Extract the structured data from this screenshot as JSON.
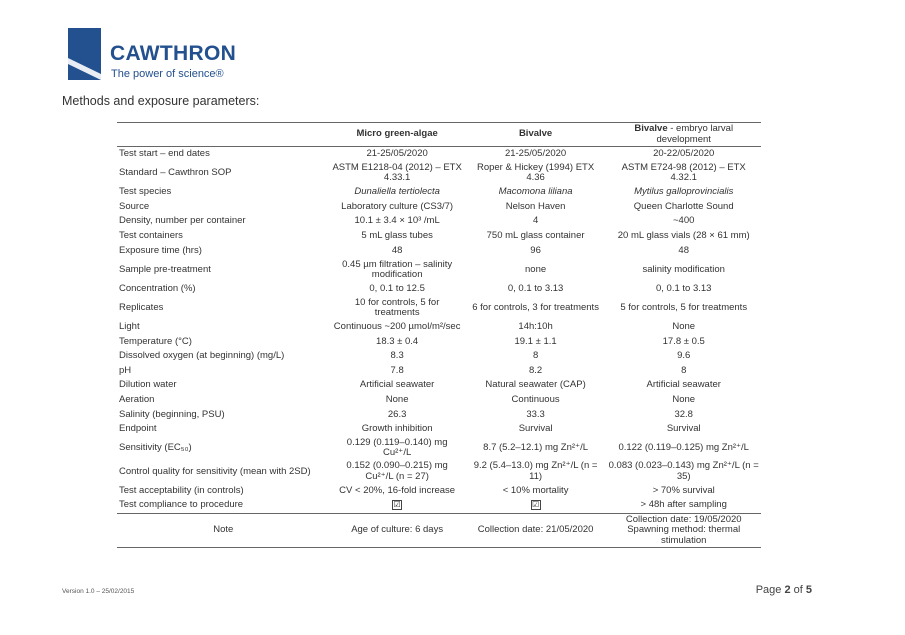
{
  "brand": {
    "name": "CAWTHRON",
    "tagline": "The power of science®",
    "color": "#23508e"
  },
  "heading": "Methods and exposure parameters:",
  "table": {
    "headers": [
      "",
      "Micro green-algae",
      "Bivalve",
      "Bivalve",
      " - embryo larval development"
    ],
    "rows": [
      {
        "label": "Test start – end dates",
        "c1": "21-25/05/2020",
        "c2": "21-25/05/2020",
        "c3": "20-22/05/2020"
      },
      {
        "label": "Standard – Cawthron SOP",
        "c1": "ASTM E1218-04 (2012) – ETX 4.33.1",
        "c2": "Roper & Hickey (1994) ETX 4.36",
        "c3": "ASTM E724-98 (2012) – ETX 4.32.1"
      },
      {
        "label": "Test species",
        "c1": "Dunaliella tertiolecta",
        "c2": "Macomona liliana",
        "c3": "Mytilus galloprovincialis"
      },
      {
        "label": "Source",
        "c1": "Laboratory culture (CS3/7)",
        "c2": "Nelson Haven",
        "c3": "Queen Charlotte Sound"
      },
      {
        "label": "Density, number per container",
        "c1": "10.1 ± 3.4 × 10³ /mL",
        "c2": "4",
        "c3": "~400"
      },
      {
        "label": "Test containers",
        "c1": "5 mL glass tubes",
        "c2": "750 mL glass container",
        "c3": "20 mL glass vials (28 × 61 mm)"
      },
      {
        "label": "Exposure time (hrs)",
        "c1": "48",
        "c2": "96",
        "c3": "48"
      },
      {
        "label": "Sample pre-treatment",
        "c1": "0.45 µm filtration – salinity modification",
        "c2": "none",
        "c3": "salinity modification"
      },
      {
        "label": "Concentration (%)",
        "c1": "0, 0.1 to 12.5",
        "c2": "0, 0.1 to 3.13",
        "c3": "0, 0.1 to 3.13"
      },
      {
        "label": "Replicates",
        "c1": "10 for controls, 5 for treatments",
        "c2": "6 for controls, 3 for treatments",
        "c3": "5 for controls, 5 for treatments"
      },
      {
        "label": "Light",
        "c1": "Continuous ~200 µmol/m²/sec",
        "c2": "14h:10h",
        "c3": "None"
      },
      {
        "label": "Temperature (°C)",
        "c1": "18.3 ± 0.4",
        "c2": "19.1 ± 1.1",
        "c3": "17.8 ± 0.5"
      },
      {
        "label": "Dissolved oxygen (at beginning) (mg/L)",
        "c1": "8.3",
        "c2": "8",
        "c3": "9.6"
      },
      {
        "label": "pH",
        "c1": "7.8",
        "c2": "8.2",
        "c3": "8"
      },
      {
        "label": "Dilution water",
        "c1": "Artificial seawater",
        "c2": "Natural seawater (CAP)",
        "c3": "Artificial seawater"
      },
      {
        "label": "Aeration",
        "c1": "None",
        "c2": "Continuous",
        "c3": "None"
      },
      {
        "label": "Salinity (beginning, PSU)",
        "c1": "26.3",
        "c2": "33.3",
        "c3": "32.8"
      },
      {
        "label": "Endpoint",
        "c1": "Growth inhibition",
        "c2": "Survival",
        "c3": "Survival"
      },
      {
        "label": "Sensitivity (EC₅₀)",
        "c1": "0.129 (0.119–0.140) mg Cu²⁺/L",
        "c2": "8.7 (5.2–12.1) mg Zn²⁺/L",
        "c3": "0.122 (0.119–0.125) mg Zn²⁺/L"
      },
      {
        "label": "Control quality for sensitivity (mean with 2SD)",
        "c1": "0.152 (0.090–0.215) mg Cu²⁺/L (n = 27)",
        "c2": "9.2 (5.4–13.0) mg Zn²⁺/L (n = 11)",
        "c3": "0.083 (0.023–0.143) mg Zn²⁺/L (n = 35)"
      },
      {
        "label": "Test acceptability (in controls)",
        "c1": "CV < 20%, 16-fold increase",
        "c2": "< 10% mortality",
        "c3": "> 70% survival"
      },
      {
        "label": "Test compliance to procedure",
        "c1": "☑",
        "c2": "☑",
        "c3": "> 48h after sampling"
      },
      {
        "label": "Note",
        "c1": "Age of culture: 6 days",
        "c2": "Collection date: 21/05/2020",
        "c3": "Collection date: 19/05/2020 Spawning method: thermal stimulation"
      }
    ]
  },
  "footer": {
    "version": "Version 1.0 – 25/02/2015",
    "page_prefix": "Page ",
    "page_num": "2",
    "page_mid": " of ",
    "page_total": "5"
  }
}
